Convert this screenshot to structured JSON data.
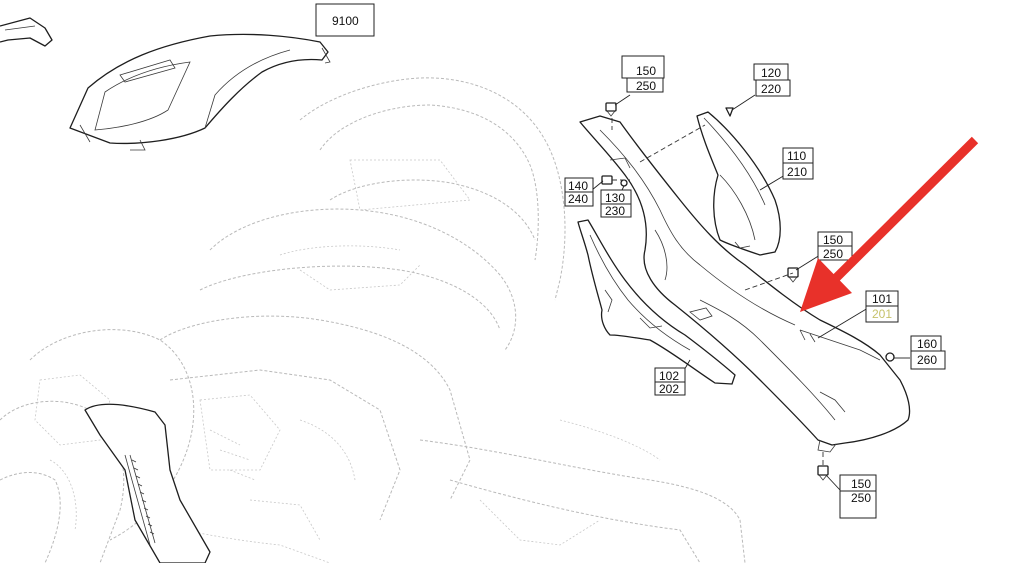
{
  "diagram": {
    "callouts": [
      {
        "id": "c9100",
        "top": "9100",
        "bottom": ""
      },
      {
        "id": "c150a",
        "top": "150",
        "bottom": "250"
      },
      {
        "id": "c120",
        "top": "120",
        "bottom": "220"
      },
      {
        "id": "c110",
        "top": "110",
        "bottom": "210"
      },
      {
        "id": "c140",
        "top": "140",
        "bottom": "240"
      },
      {
        "id": "c130",
        "top": "130",
        "bottom": "230"
      },
      {
        "id": "c150b",
        "top": "150",
        "bottom": "250"
      },
      {
        "id": "c101",
        "top": "101",
        "bottom": "201"
      },
      {
        "id": "c160",
        "top": "160",
        "bottom": "260"
      },
      {
        "id": "c102",
        "top": "102",
        "bottom": "202"
      },
      {
        "id": "c150c",
        "top": "150",
        "bottom": "250"
      }
    ],
    "arrow_color": "#e8312a"
  }
}
